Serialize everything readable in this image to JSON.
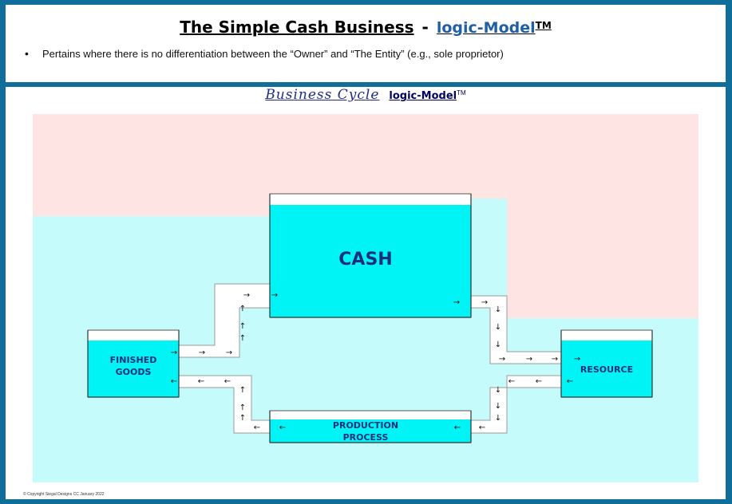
{
  "header": {
    "title_main": "The Simple Cash Business",
    "title_sep": "-",
    "title_brand": "logic-Model",
    "title_tm": "TM",
    "bullet": "Pertains where there is no differentiation between the “Owner” and “The Entity”  (e.g., sole proprietor)"
  },
  "diagram": {
    "title": "Business Cycle",
    "brand": "logic-Model",
    "tm": "TM",
    "cash_label": "CASH",
    "finished_goods_line1": "FINISHED",
    "finished_goods_line2": "GOODS",
    "resource_label": "RESOURCE",
    "production_line1": "PRODUCTION",
    "production_line2": "PROCESS",
    "copyright": "©   Copyright Siegal Designs CC January 2022",
    "colors": {
      "tank_fill": "#00f4f6",
      "upper_zone": "#ffe4e4",
      "lower_zone": "#c5fbfb",
      "label_color": "#1a2f7a",
      "border": "#0f6f9a"
    }
  }
}
